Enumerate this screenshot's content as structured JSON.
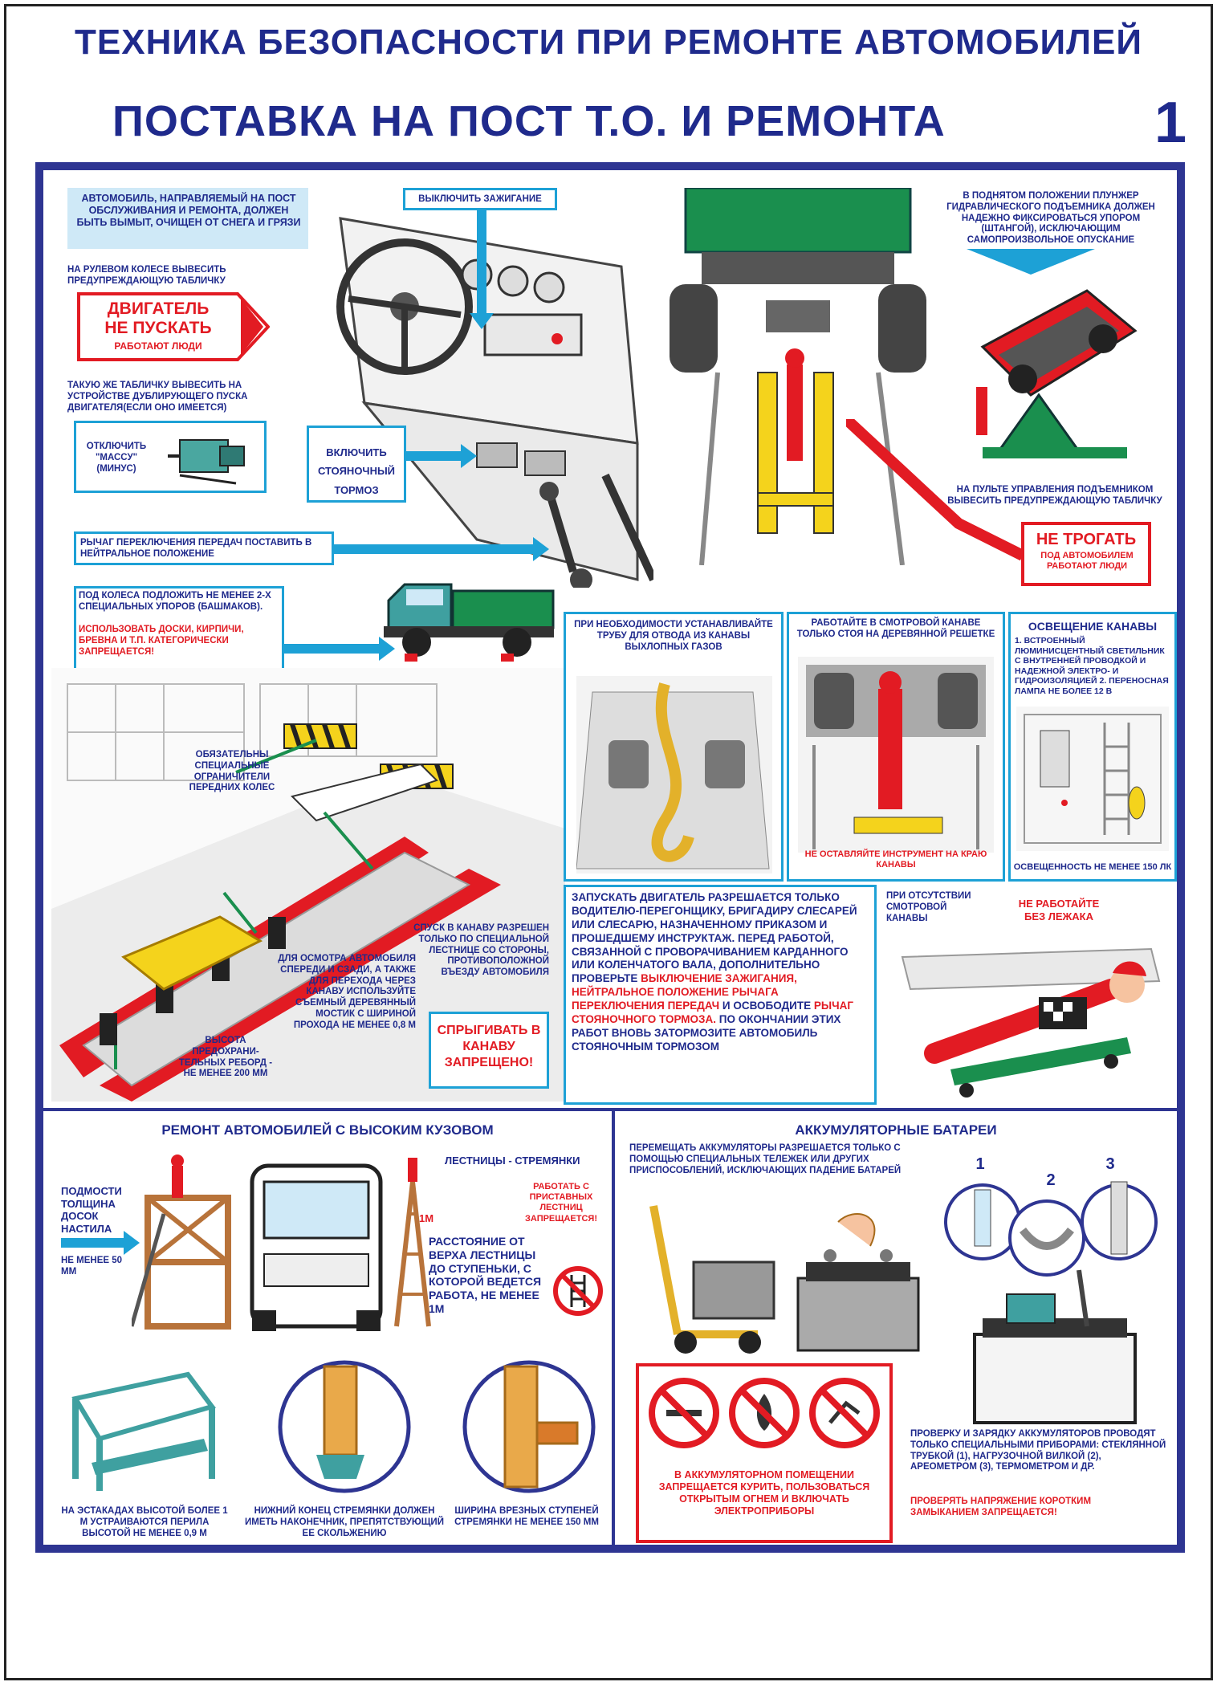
{
  "header": {
    "title": "ТЕХНИКА БЕЗОПАСНОСТИ ПРИ РЕМОНТЕ АВТОМОБИЛЕЙ",
    "subtitle": "ПОСТАВКА НА ПОСТ Т.О. И РЕМОНТА",
    "page_number": "1"
  },
  "top_left": {
    "wash_note": "АВТОМОБИЛЬ, НАПРАВЛЯЕМЫЙ НА ПОСТ ОБСЛУЖИВАНИЯ И РЕМОНТА, ДОЛЖЕН БЫТЬ ВЫМЫТ, ОЧИЩЕН ОТ СНЕГА И ГРЯЗИ",
    "ignition": "ВЫКЛЮЧИТЬ ЗАЖИГАНИЕ",
    "wheel_sign_note": "НА РУЛЕВОМ КОЛЕСЕ ВЫВЕСИТЬ ПРЕДУПРЕЖДАЮЩУЮ ТАБЛИЧКУ",
    "sign_line1": "ДВИГАТЕЛЬ",
    "sign_line2": "НЕ ПУСКАТЬ",
    "sign_line3": "РАБОТАЮТ ЛЮДИ",
    "dup_start_note": "ТАКУЮ ЖЕ ТАБЛИЧКУ ВЫВЕСИТЬ НА УСТРОЙСТВЕ ДУБЛИРУЮЩЕГО ПУСКА ДВИГАТЕЛЯ(ЕСЛИ ОНО ИМЕЕТСЯ)",
    "mass_switch": "ОТКЛЮЧИТЬ \"МАССУ\" (МИНУС)",
    "parking_brake": "ВКЛЮЧИТЬ СТОЯНОЧНЫЙ ТОРМОЗ",
    "gear_lever": "РЫЧАГ ПЕРЕКЛЮЧЕНИЯ ПЕРЕДАЧ ПОСТАВИТЬ В НЕЙТРАЛЬНОЕ ПОЛОЖЕНИЕ"
  },
  "top_right": {
    "lift_note": "В ПОДНЯТОМ ПОЛОЖЕНИИ ПЛУНЖЕР ГИДРАВЛИЧЕСКОГО ПОДЪЕМНИКА ДОЛЖЕН НАДЕЖНО ФИКСИРОВАТЬСЯ УПОРОМ (ШТАНГОЙ), ИСКЛЮЧАЮЩИМ САМОПРОИЗВОЛЬНОЕ ОПУСКАНИЕ",
    "panel_note": "НА ПУЛЬТЕ УПРАВЛЕНИЯ ПОДЪЕМНИКОМ ВЫВЕСИТЬ ПРЕДУПРЕЖДАЮЩУЮ ТАБЛИЧКУ",
    "sign_main": "НЕ ТРОГАТЬ",
    "sign_sub": "ПОД АВТОМОБИЛЕМ РАБОТАЮТ ЛЮДИ"
  },
  "wheel_chocks": {
    "note": "ПОД КОЛЕСА ПОДЛОЖИТЬ НЕ МЕНЕЕ 2-Х СПЕЦИАЛЬНЫХ УПОРОВ (БАШМАКОВ).",
    "warning": "ИСПОЛЬЗОВАТЬ ДОСКИ, КИРПИЧИ, БРЕВНА И Т.П. КАТЕГОРИЧЕСКИ ЗАПРЕЩАЕТСЯ!"
  },
  "pit": {
    "limiters": "ОБЯЗАТЕЛЬНЫ СПЕЦИАЛЬНЫЕ ОГРАНИЧИТЕЛИ ПЕРЕДНИХ КОЛЕС",
    "descent": "СПУСК В КАНАВУ РАЗРЕШЕН ТОЛЬКО ПО СПЕЦИАЛЬНОЙ ЛЕСТНИЦЕ СО СТОРОНЫ, ПРОТИВОПОЛОЖНОЙ ВЪЕЗДУ АВТОМОБИЛЯ",
    "bridge": "ДЛЯ ОСМОТРА АВТОМОБИЛЯ СПЕРЕДИ И СЗАДИ, А ТАКЖЕ ДЛЯ ПЕРЕХОДА ЧЕРЕЗ КАНАВУ ИСПОЛЬЗУЙТЕ СЪЕМНЫЙ ДЕРЕВЯННЫЙ МОСТИК С ШИРИНОЙ ПРОХОДА НЕ МЕНЕЕ 0,8 м",
    "rim_height": "ВЫСОТА ПРЕДОХРАНИ-ТЕЛЬНЫХ РЕБОРД - НЕ МЕНЕЕ 200 мм",
    "no_jump": "СПРЫГИВАТЬ В КАНАВУ ЗАПРЕЩЕНО!"
  },
  "panels": {
    "exhaust": "ПРИ НЕОБХОДИМОСТИ УСТАНАВЛИВАЙТЕ ТРУБУ ДЛЯ ОТВОДА ИЗ КАНАВЫ ВЫХЛОПНЫХ ГАЗОВ",
    "grate": "РАБОТАЙТЕ В СМОТРОВОЙ КАНАВЕ ТОЛЬКО СТОЯ НА ДЕРЕВЯННОЙ РЕШЕТКЕ",
    "grate_warning": "НЕ ОСТАВЛЯЙТЕ ИНСТРУМЕНТ НА КРАЮ КАНАВЫ",
    "lighting_title": "ОСВЕЩЕНИЕ КАНАВЫ",
    "lighting_text": "1. ВСТРОЕННЫЙ ЛЮМИНИСЦЕНТНЫЙ СВЕТИЛЬНИК С ВНУТРЕННЕЙ ПРОВОДКОЙ И НАДЕЖНОЙ ЭЛЕКТРО- И ГИДРОИЗОЛЯЦИЕЙ 2. ПЕРЕНОСНАЯ ЛАМПА НЕ БОЛЕЕ 12 В",
    "lighting_level": "ОСВЕЩЕННОСТЬ НЕ МЕНЕЕ 150 лк"
  },
  "engine_start": {
    "p1": "ЗАПУСКАТЬ ДВИГАТЕЛЬ РАЗРЕШАЕТСЯ ТОЛЬКО ВОДИТЕЛЮ-ПЕРЕГОНЩИКУ, БРИГАДИРУ СЛЕСАРЕЙ ИЛИ СЛЕСАРЮ, НАЗНАЧЕННОМУ ПРИКАЗОМ И ПРОШЕДШЕМУ ИНСТРУКТАЖ. ПЕРЕД РАБОТОЙ, СВЯЗАННОЙ С ПРОВОРАЧИВАНИЕМ КАРДАННОГО ИЛИ КОЛЕНЧАТОГО ВАЛА, ДОПОЛНИТЕЛЬНО ПРОВЕРЬТЕ",
    "r1": "ВЫКЛЮЧЕНИЕ ЗАЖИГАНИЯ, НЕЙТРАЛЬНОЕ ПОЛОЖЕНИЕ РЫЧАГА ПЕРЕКЛЮЧЕНИЯ ПЕРЕДАЧ",
    "p2": "И ОСВОБОДИТЕ",
    "r2": "РЫЧАГ СТОЯНОЧНОГО ТОРМОЗА.",
    "p3": "ПО ОКОНЧАНИИ ЭТИХ РАБОТ ВНОВЬ ЗАТОРМОЗИТЕ АВТОМОБИЛЬ СТОЯНОЧНЫМ ТОРМОЗОМ"
  },
  "creeper": {
    "note": "ПРИ ОТСУТСТВИИ СМОТРОВОЙ КАНАВЫ",
    "warning": "НЕ РАБОТАЙТЕ БЕЗ ЛЕЖАКА"
  },
  "high_body": {
    "title": "РЕМОНТ АВТОМОБИЛЕЙ С ВЫСОКИМ КУЗОВОМ",
    "ladders": "ЛЕСТНИЦЫ - СТРЕМЯНКИ",
    "scaffold": "ПОДМОСТИ ТОЛЩИНА ДОСОК НАСТИЛА",
    "scaffold_min": "НЕ МЕНЕЕ 50 мм",
    "no_lean": "РАБОТАТЬ С ПРИСТАВНЫХ ЛЕСТНИЦ ЗАПРЕЩАЕТСЯ!",
    "one_m": "1м",
    "distance": "РАССТОЯНИЕ ОТ ВЕРХА ЛЕСТНИЦЫ ДО СТУПЕНЬКИ, С КОТОРОЙ ВЕДЕТСЯ РАБОТА, НЕ МЕНЕЕ 1м",
    "railing": "НА ЭСТАКАДАХ ВЫСОТОЙ БОЛЕЕ 1 м УСТРАИВАЮТСЯ ПЕРИЛА ВЫСОТОЙ НЕ МЕНЕЕ 0,9 м",
    "tip": "НИЖНИЙ КОНЕЦ СТРЕМЯНКИ ДОЛЖЕН ИМЕТЬ НАКОНЕЧНИК, ПРЕПЯТСТВУЮЩИЙ ЕЕ СКОЛЬЖЕНИЮ",
    "steps": "ШИРИНА ВРЕЗНЫХ СТУПЕНЕЙ СТРЕМЯНКИ НЕ МЕНЕЕ 150 мм"
  },
  "batteries": {
    "title": "АККУМУЛЯТОРНЫЕ БАТАРЕИ",
    "move": "ПЕРЕМЕЩАТЬ АККУМУЛЯТОРЫ РАЗРЕШАЕТСЯ ТОЛЬКО С ПОМОЩЬЮ СПЕЦИАЛЬНЫХ ТЕЛЕЖЕК ИЛИ ДРУГИХ ПРИСПОСОБЛЕНИЙ, ИСКЛЮЧАЮЩИХ ПАДЕНИЕ БАТАРЕЙ",
    "n1": "1",
    "n2": "2",
    "n3": "3",
    "forbidden": "В АККУМУЛЯТОРНОМ ПОМЕЩЕНИИ ЗАПРЕЩАЕТСЯ КУРИТЬ, ПОЛЬЗОВАТЬСЯ ОТКРЫТЫМ ОГНЕМ И ВКЛЮЧАТЬ ЭЛЕКТРОПРИБОРЫ",
    "check": "ПРОВЕРКУ И ЗАРЯДКУ АККУМУЛЯТОРОВ ПРОВОДЯТ ТОЛЬКО СПЕЦИАЛЬНЫМИ ПРИБОРАМИ: СТЕКЛЯННОЙ ТРУБКОЙ (1), НАГРУЗОЧНОЙ ВИЛКОЙ (2), АРЕОМЕТРОМ (3), ТЕРМОМЕТРОМ И ДР.",
    "short": "ПРОВЕРЯТЬ НАПРЯЖЕНИЕ КОРОТКИМ ЗАМЫКАНИЕМ ЗАПРЕЩАЕТСЯ!"
  },
  "colors": {
    "navy": "#1f2a8c",
    "frame": "#2e3592",
    "cyan": "#1da1d6",
    "red": "#e21b23",
    "green": "#1a8f4e",
    "yellow": "#f4d31c"
  }
}
